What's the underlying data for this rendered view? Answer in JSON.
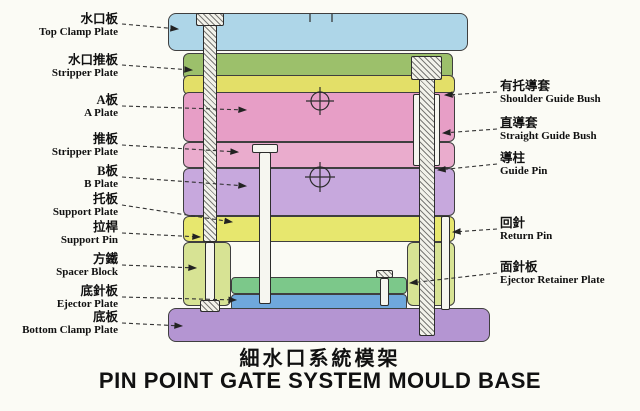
{
  "diagram": {
    "title_zh": "細水口系統模架",
    "title_en": "PIN POINT GATE SYSTEM MOULD BASE"
  },
  "labels_left": [
    {
      "zh": "水口板",
      "en": "Top Clamp Plate"
    },
    {
      "zh": "水口推板",
      "en": "Stripper Plate"
    },
    {
      "zh": "A板",
      "en": "A Plate"
    },
    {
      "zh": "推板",
      "en": "Stripper Plate"
    },
    {
      "zh": "B板",
      "en": "B Plate"
    },
    {
      "zh": "托板",
      "en": "Support Plate"
    },
    {
      "zh": "拉桿",
      "en": "Support Pin"
    },
    {
      "zh": "方鐵",
      "en": "Spacer Block"
    },
    {
      "zh": "底針板",
      "en": "Ejector Plate"
    },
    {
      "zh": "底板",
      "en": "Bottom Clamp Plate"
    }
  ],
  "labels_right": [
    {
      "zh": "有托導套",
      "en": "Shoulder Guide Bush"
    },
    {
      "zh": "直導套",
      "en": "Straight Guide Bush"
    },
    {
      "zh": "導柱",
      "en": "Guide Pin"
    },
    {
      "zh": "回針",
      "en": "Return Pin"
    },
    {
      "zh": "面針板",
      "en": "Ejector Retainer Plate"
    }
  ],
  "colors": {
    "top_clamp_plate": "#aed6e8",
    "runner_stripper_plate": "#9cc06b",
    "runner_plate": "#e3df68",
    "a_plate": "#e79ec6",
    "stripper_plate": "#eaaccd",
    "b_plate": "#c7a8dd",
    "support_plate": "#e7e76e",
    "spacer_block": "#d7e394",
    "ejector_retainer_plate": "#7cc88a",
    "ejector_plate": "#6fa8dc",
    "bottom_clamp_plate": "#b495d2"
  }
}
